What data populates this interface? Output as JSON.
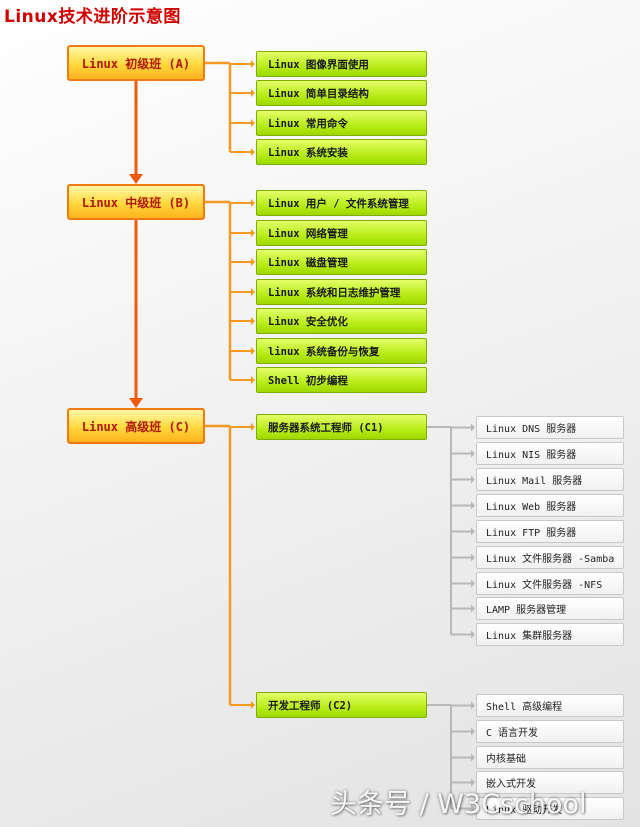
{
  "title": "Linux技术进阶示意图",
  "levels": [
    {
      "label": "Linux 初级班 (A)",
      "topics": [
        {
          "label": "Linux 图像界面使用",
          "items": []
        },
        {
          "label": "Linux 简单目录结构",
          "items": []
        },
        {
          "label": "Linux 常用命令",
          "items": []
        },
        {
          "label": "Linux 系统安装",
          "items": []
        }
      ]
    },
    {
      "label": "Linux 中级班 (B)",
      "topics": [
        {
          "label": "Linux 用户 / 文件系统管理",
          "items": []
        },
        {
          "label": "Linux 网络管理",
          "items": []
        },
        {
          "label": "Linux 磁盘管理",
          "items": []
        },
        {
          "label": "Linux 系统和日志维护管理",
          "items": []
        },
        {
          "label": "Linux 安全优化",
          "items": []
        },
        {
          "label": "linux 系统备份与恢复",
          "items": []
        },
        {
          "label": "Shell 初步编程",
          "items": []
        }
      ]
    },
    {
      "label": "Linux 高级班 (C)",
      "topics": [
        {
          "label": "服务器系统工程师 (C1)",
          "items": [
            "Linux DNS 服务器",
            "Linux NIS 服务器",
            "Linux Mail 服务器",
            "Linux Web 服务器",
            "Linux FTP 服务器",
            "Linux 文件服务器 -Samba",
            "Linux 文件服务器 -NFS",
            "LAMP 服务器管理",
            "Linux 集群服务器"
          ]
        },
        {
          "label": "开发工程师 (C2)",
          "items": [
            "Shell 高级编程",
            "C 语言开发",
            "内核基础",
            "嵌入式开发",
            "Linux 驱动开发"
          ]
        }
      ]
    }
  ],
  "watermark": "头条号 / W3Cschool",
  "colors": {
    "title": "#d10000",
    "level_text": "#b01800",
    "orange_connector": "#f39a24",
    "level_arrow": "#ee5a10",
    "gray_connector": "#b8b8b8"
  }
}
